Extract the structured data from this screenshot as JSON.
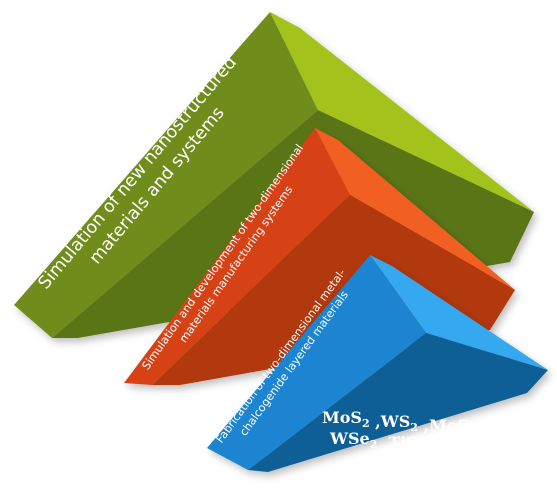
{
  "colors": {
    "green_front": "#6f8d1e",
    "green_side": "#5a7419",
    "green_top": "#a4c21d",
    "orange_front": "#d64312",
    "orange_side": "#b23810",
    "orange_top": "#f15e22",
    "blue_front": "#1b84d0",
    "blue_side": "#0c5f96",
    "blue_top": "#36a8ef",
    "text": "#ffffff"
  },
  "layers": [
    {
      "id": "green",
      "label_lines": [
        "Simulation of new nanostructured",
        "materials and systems"
      ]
    },
    {
      "id": "orange",
      "label_lines": [
        "Simulation and development of two-dimensional",
        "materials manufacturing systems"
      ]
    },
    {
      "id": "blue",
      "label_lines": [
        "Fabrication of two-dimensional metal-",
        "chalcogenide layered materials"
      ]
    }
  ],
  "formula": {
    "line1": [
      {
        "t": "MoS",
        "sub": "2"
      },
      {
        "t": " ,WS",
        "sub": "2"
      },
      {
        "t": " ,MoSe",
        "sub": "2"
      },
      {
        "t": ",",
        "sub": ""
      }
    ],
    "line2": [
      {
        "t": "WSe",
        "sub": "2"
      },
      {
        "t": " ,TiS",
        "sub": "3"
      }
    ]
  }
}
